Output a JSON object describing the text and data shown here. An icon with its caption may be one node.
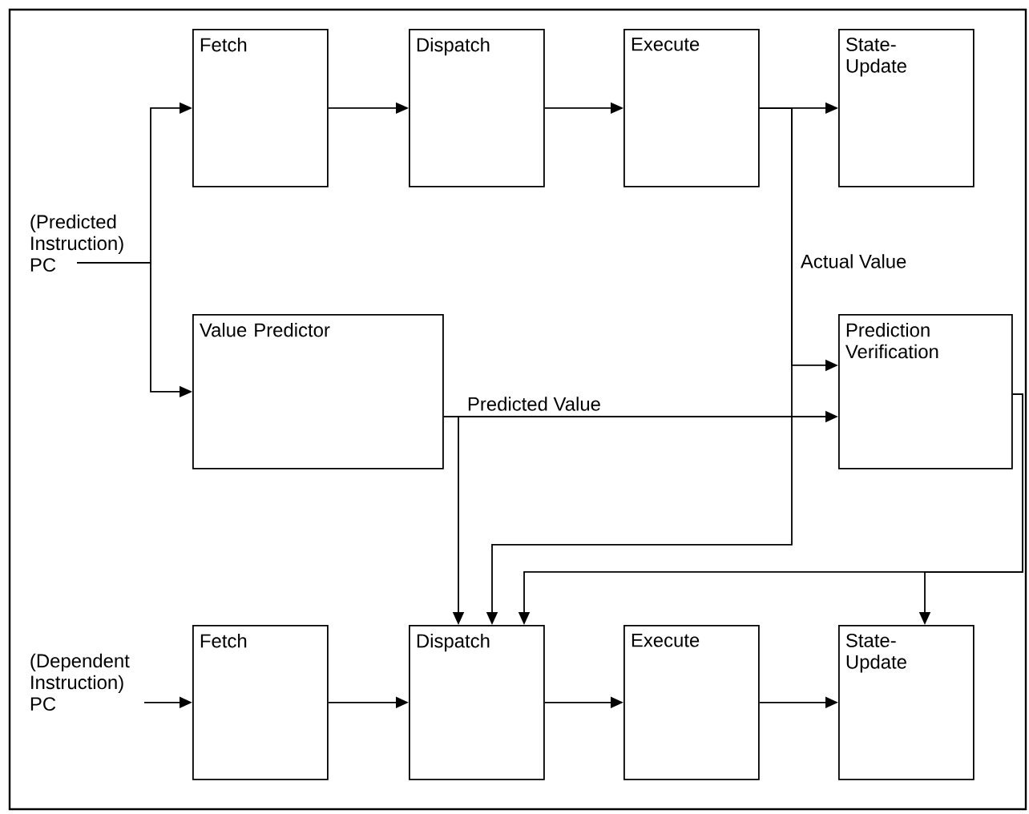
{
  "diagram": {
    "nodes": [
      {
        "text": [
          "(Predicted Instruction) PC"
        ]
      },
      {
        "text": [
          "Fetch"
        ]
      },
      {
        "text": [
          "Dispatch"
        ]
      },
      {
        "text": [
          "Execute"
        ]
      },
      {
        "text": [
          "State-Update"
        ]
      },
      {
        "text": [
          "Value Predictor"
        ]
      },
      {
        "text": [
          "Prediction Verification"
        ]
      },
      {
        "text": [
          "(Dependent Instruction) PC"
        ]
      },
      {
        "text": [
          "Fetch"
        ]
      },
      {
        "text": [
          "Dispatch"
        ]
      },
      {
        "text": [
          "Execute"
        ]
      },
      {
        "text": [
          "State-Update"
        ]
      }
    ],
    "edges": [
      {
        "from": 0,
        "to": 1,
        "arrow": "to"
      },
      {
        "from": 0,
        "to": 5,
        "arrow": "to"
      },
      {
        "from": 1,
        "to": 2,
        "arrow": "to"
      },
      {
        "from": 2,
        "to": 3,
        "arrow": "to"
      },
      {
        "from": 3,
        "to": 4,
        "arrow": "to"
      },
      {
        "from": 3,
        "to": 6,
        "arrow": "to",
        "label": "Actual Value"
      },
      {
        "from": 3,
        "to": 9,
        "arrow": "to"
      },
      {
        "from": 5,
        "to": 6,
        "arrow": "to",
        "label": "Predicted Value"
      },
      {
        "from": 5,
        "to": 9,
        "arrow": "to"
      },
      {
        "from": 6,
        "to": 9,
        "arrow": "to"
      },
      {
        "from": 6,
        "to": 11,
        "arrow": "to"
      },
      {
        "from": 7,
        "to": 8,
        "arrow": "to"
      },
      {
        "from": 8,
        "to": 9,
        "arrow": "to"
      },
      {
        "from": 9,
        "to": 10,
        "arrow": "to"
      },
      {
        "from": 10,
        "to": 11,
        "arrow": "to"
      }
    ]
  }
}
